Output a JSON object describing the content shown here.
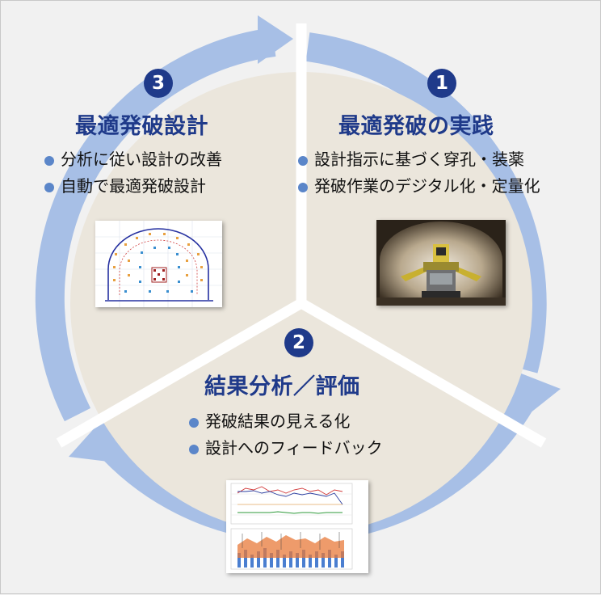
{
  "colors": {
    "arrow": "#a7bfe6",
    "sector": "#ebe6dc",
    "accent": "#1f3a8a",
    "bullet": "#5b86c9",
    "background": "#f1f1f1"
  },
  "steps": [
    {
      "number": "1",
      "title": "最適発破の実践",
      "items": [
        "設計指示に基づく穿孔・装薬",
        "発破作業のデジタル化・定量化"
      ],
      "image": "tunnel-drilling-jumbo-photo"
    },
    {
      "number": "2",
      "title": "結果分析／評価",
      "items": [
        "発破結果の見える化",
        "設計へのフィードバック"
      ],
      "image": "analysis-charts-screenshot"
    },
    {
      "number": "3",
      "title": "最適発破設計",
      "items": [
        "分析に従い設計の改善",
        "自動で最適発破設計"
      ],
      "image": "blast-hole-layout-diagram"
    }
  ]
}
